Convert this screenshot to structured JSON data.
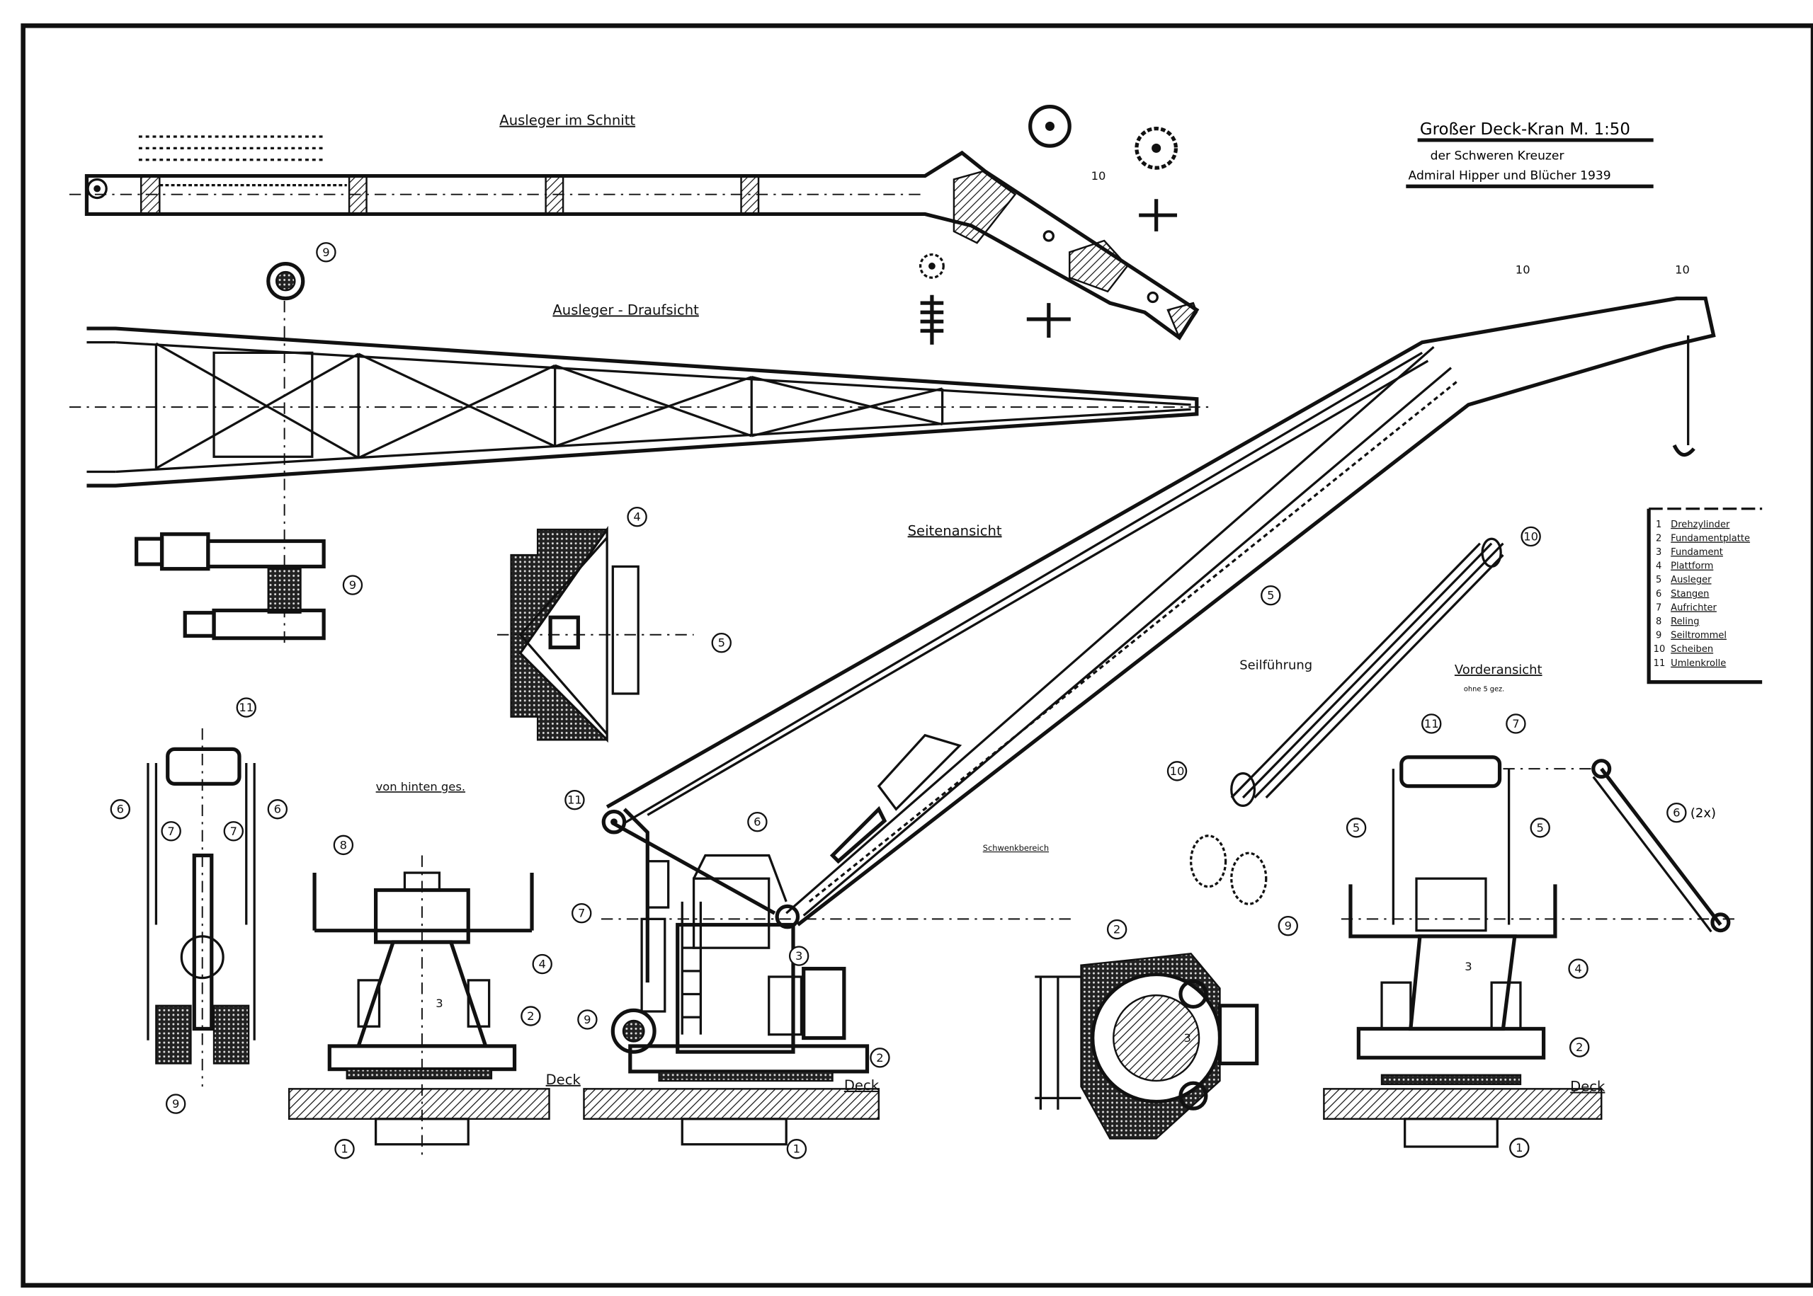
{
  "title": {
    "main": "Großer Deck-Kran M. 1:50",
    "line2": "der Schweren Kreuzer",
    "line3": "Admiral Hipper und Blücher 1939"
  },
  "views": {
    "boom_section": "Ausleger im Schnitt",
    "boom_top": "Ausleger - Draufsicht",
    "side": "Seitenansicht",
    "rear": "von hinten ges.",
    "slew": "Schwenkbereich",
    "rope": "Seilführung",
    "front": "Vorderansicht",
    "front_note": "ohne 5 gez.",
    "deck": "Deck",
    "twice": "(2x)"
  },
  "legend": [
    {
      "n": "1",
      "label": "Drehzylinder"
    },
    {
      "n": "2",
      "label": "Fundamentplatte"
    },
    {
      "n": "3",
      "label": "Fundament"
    },
    {
      "n": "4",
      "label": "Plattform"
    },
    {
      "n": "5",
      "label": "Ausleger"
    },
    {
      "n": "6",
      "label": "Stangen"
    },
    {
      "n": "7",
      "label": "Aufrichter"
    },
    {
      "n": "8",
      "label": "Reling"
    },
    {
      "n": "9",
      "label": "Seiltrommel"
    },
    {
      "n": "10",
      "label": "Scheiben"
    },
    {
      "n": "11",
      "label": "Umlenkrolle"
    }
  ],
  "callouts": [
    "9",
    "10",
    "9",
    "4",
    "5",
    "11",
    "6",
    "7",
    "7",
    "6",
    "9",
    "8",
    "4",
    "2",
    "1",
    "11",
    "6",
    "7",
    "3",
    "9",
    "2",
    "1",
    "10",
    "10",
    "10",
    "5",
    "10",
    "9",
    "2",
    "11",
    "7",
    "5",
    "5",
    "6",
    "4",
    "2",
    "1",
    "3",
    "3",
    "3"
  ]
}
